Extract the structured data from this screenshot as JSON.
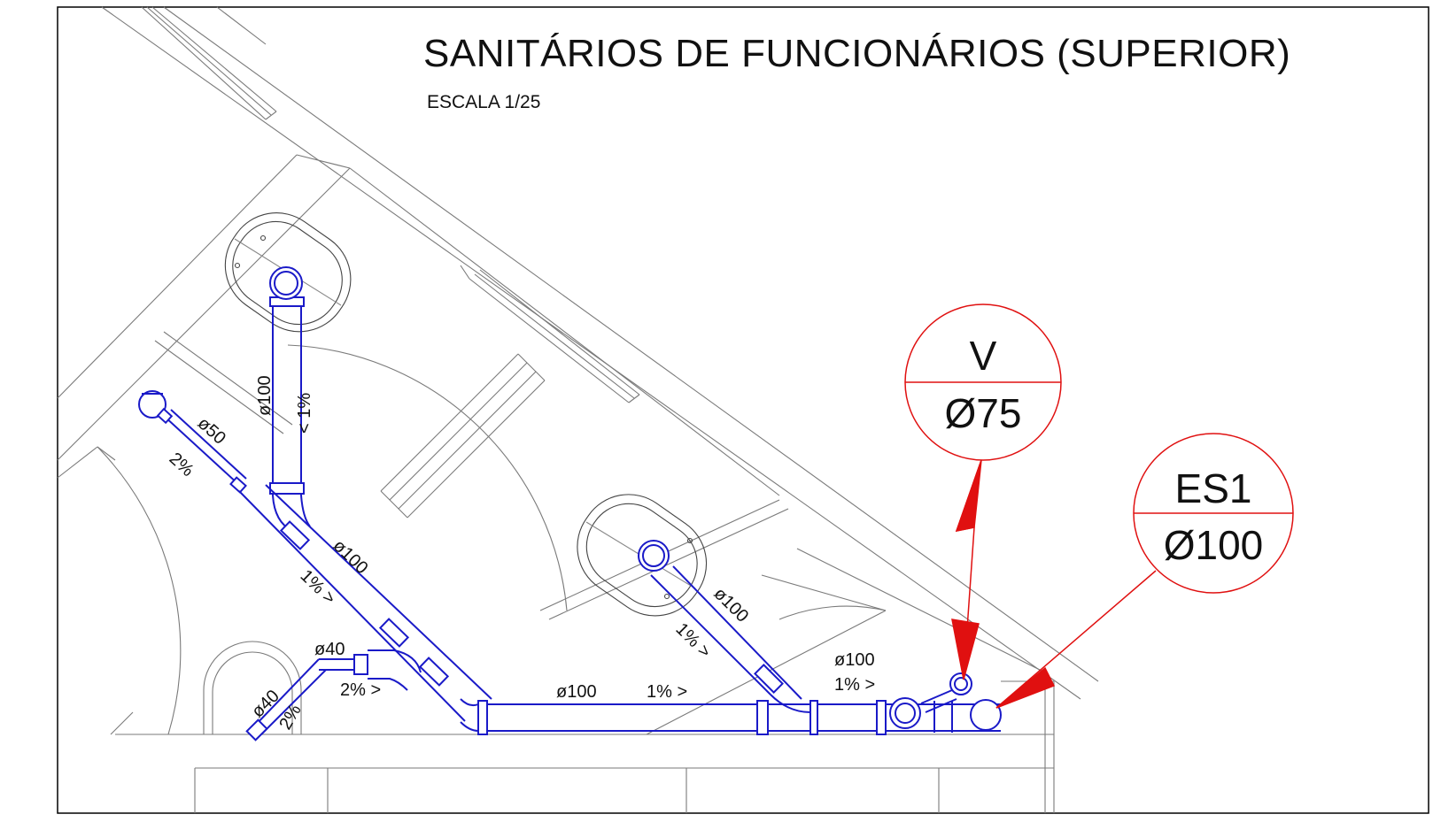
{
  "drawing": {
    "title": "SANITÁRIOS DE FUNCIONÁRIOS (SUPERIOR)",
    "scale": "ESCALA 1/25"
  },
  "colors": {
    "pipe": "#1a1ac8",
    "callout": "#e01010",
    "architecture": "#7a7a7a",
    "frame": "#000000"
  },
  "callouts": [
    {
      "id": "vent",
      "top": "V",
      "bottom": "Ø75"
    },
    {
      "id": "sewer-stack",
      "top": "ES1",
      "bottom": "Ø100"
    }
  ],
  "pipe_labels": {
    "vertical_diameter": "ø100",
    "vertical_slope": "< 1%",
    "branch_small_diameter": "ø50",
    "branch_small_slope": "2%",
    "main_diag_diameter": "ø100",
    "main_diag_slope": "1% >",
    "sink_diameter": "ø40",
    "sink_slope": "2% >",
    "floor_drain_diameter": "ø40",
    "floor_drain_slope": "2%",
    "horizontal_diameter": "ø100",
    "horizontal_slope": "1% >",
    "toilet2_diameter": "ø100",
    "toilet2_slope": "1% >",
    "right_diameter": "ø100",
    "right_slope": "1% >"
  }
}
